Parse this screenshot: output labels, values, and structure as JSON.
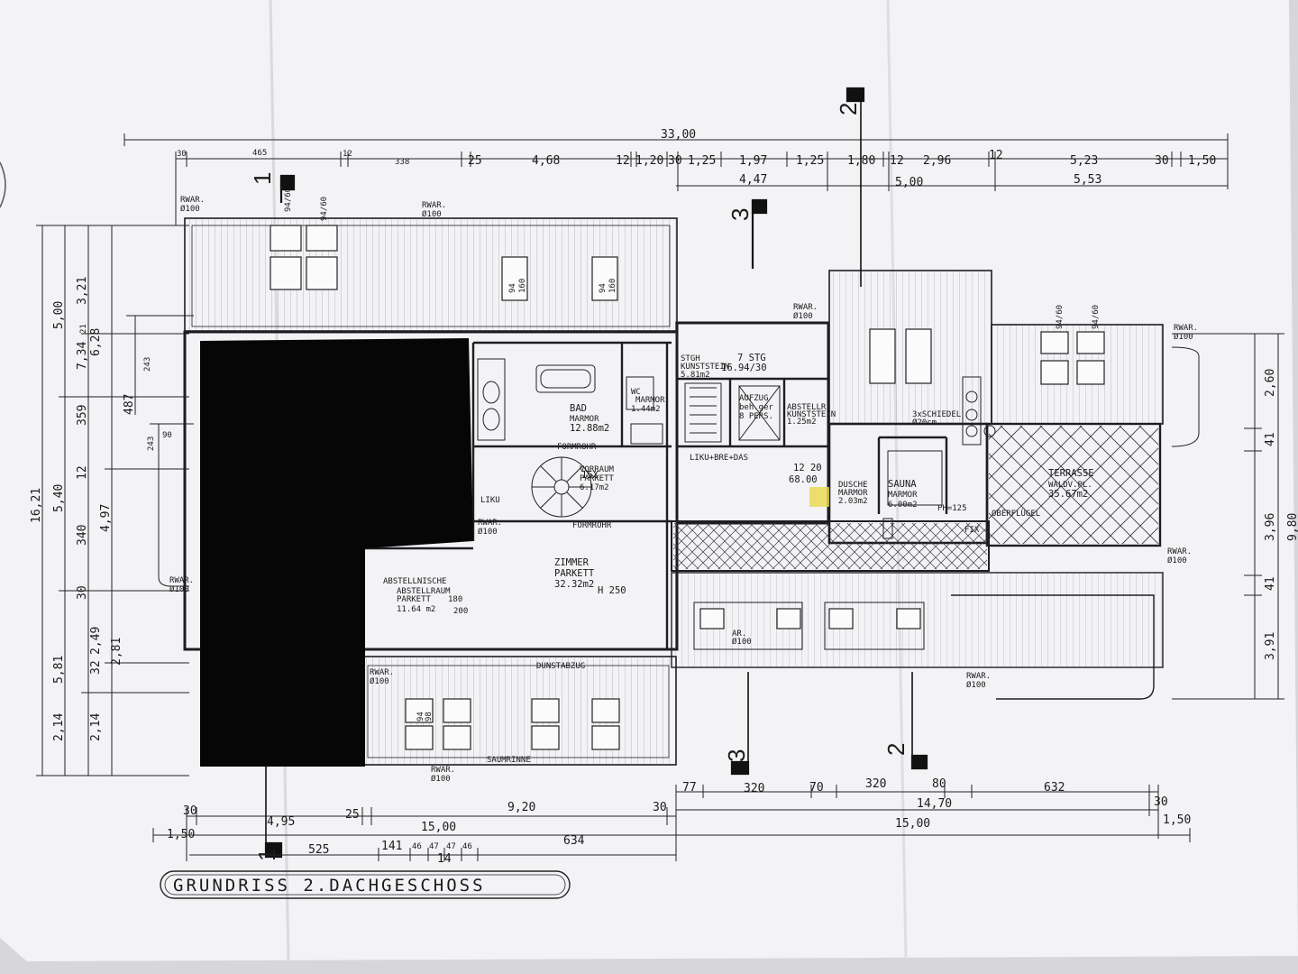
{
  "plan_title": "GRUNDRISS 2.DACHGESCHOSS",
  "dims_top": {
    "overall": "33,00",
    "row1": [
      "30",
      "465",
      "12",
      "338",
      "25",
      "4,68",
      "12",
      "1,20",
      "30",
      "1,25",
      "1,97",
      "1,25",
      "1,80",
      "12",
      "2,96",
      "12",
      "5,23",
      "30",
      "1,50"
    ],
    "row2": [
      "4,47",
      "5,00",
      "5,53"
    ]
  },
  "dims_bottom": {
    "row1": [
      "30",
      "4,95",
      "25",
      "9,20",
      "30",
      "77",
      "320",
      "70",
      "320",
      "80",
      "14,70",
      "632",
      "30"
    ],
    "row2": [
      "1,50",
      "15,00",
      "15,00",
      "1,50"
    ],
    "row3": [
      "525",
      "141",
      "46",
      "47",
      "47",
      "46",
      "634",
      "14"
    ]
  },
  "dims_left": [
    "16,21",
    "5,00",
    "5,40",
    "5,81",
    "2,14",
    "7,34",
    "359",
    "12",
    "340",
    "30",
    "32",
    "2,14",
    "3,21",
    "6,28",
    "4,97",
    "2,49",
    "2,81",
    "487",
    "243",
    "243",
    "90",
    "21"
  ],
  "dims_right": [
    "2,60",
    "41",
    "3,96",
    "41",
    "3,91",
    "9,80"
  ],
  "section_marks": [
    "1",
    "1",
    "2",
    "2",
    "3",
    "3"
  ],
  "rooms": [
    {
      "name": "BAD",
      "floor": "MARMOR",
      "area": "12.88m2"
    },
    {
      "name": "WC",
      "floor": "MARMOR",
      "area": "1.44m2"
    },
    {
      "name": "STGH",
      "floor": "KUNSTSTEIN",
      "area": "5.81m2"
    },
    {
      "name": "7 STG",
      "floor": "16.94/30",
      "area": ""
    },
    {
      "name": "AUFZUG",
      "floor": "beh.ger",
      "area": "8 PERS."
    },
    {
      "name": "ABSTELLR.",
      "floor": "KUNSTSTEIN",
      "area": "1.25m2"
    },
    {
      "name": "VORRAUM",
      "floor": "PARKETT",
      "area": "6.17m2"
    },
    {
      "name": "ZIMMER",
      "floor": "PARKETT",
      "area": "32.32m2"
    },
    {
      "name": "ABSTELLNISCHE",
      "floor": "ABSTELLRAUM",
      "area": "PARKETT"
    },
    {
      "name": "11.64 m2",
      "floor": "180",
      "area": "200"
    },
    {
      "name": "DUSCHE",
      "floor": "MARMOR",
      "area": "2.03m2"
    },
    {
      "name": "SAUNA",
      "floor": "MARMOR",
      "area": "6.00m2"
    },
    {
      "name": "TERRASSE",
      "floor": "WALDV.PL.",
      "area": "35.67m2"
    }
  ],
  "notes": {
    "rwar": "RWAR.",
    "rwar_d": "Ø100",
    "window1": "94/60",
    "window2": "94",
    "window3": "160",
    "window4": "98",
    "h250": "H 250",
    "formrohr": "FORMROHR",
    "likusa": "LIKU+BRE+DAS",
    "liku": "LIKU",
    "fix": "FIX",
    "schiedel": "3xSCHIEDEL",
    "schiedel_d": "Ø20cm",
    "oberflugel": "OBERFLÜGEL",
    "dunstabzug": "DUNSTABZUG",
    "saumrinne": "SAUMRINNE",
    "n15x": "15X",
    "n68": "68.00",
    "n1220": "12 20",
    "ar": "AR.",
    "ar_d": "Ø100",
    "ph": "PH=125"
  },
  "colors": {
    "paper": "#f4f4f6",
    "ink": "#1e1e22",
    "redact": "#060606",
    "highlight": "#e8d84a"
  }
}
